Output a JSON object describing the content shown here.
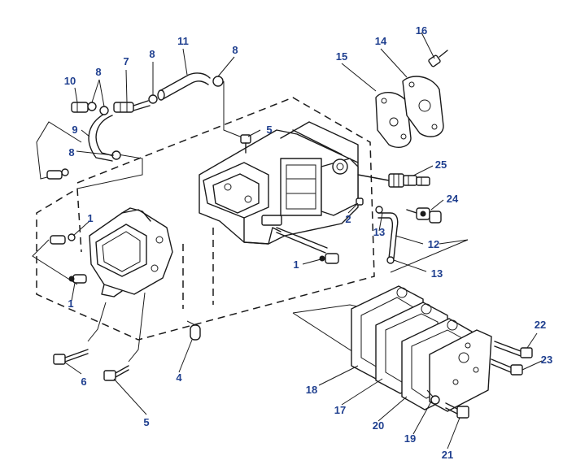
{
  "colors": {
    "callout": "#1f3f8f",
    "ink": "#1a1a1a",
    "background": "#ffffff"
  },
  "callouts": [
    {
      "id": "c10",
      "text": "10"
    },
    {
      "id": "c8a",
      "text": "8"
    },
    {
      "id": "c7",
      "text": "7"
    },
    {
      "id": "c8b",
      "text": "8"
    },
    {
      "id": "c11",
      "text": "11"
    },
    {
      "id": "c8c",
      "text": "8"
    },
    {
      "id": "c9",
      "text": "9"
    },
    {
      "id": "c8d",
      "text": "8"
    },
    {
      "id": "c5a",
      "text": "5"
    },
    {
      "id": "c15",
      "text": "15"
    },
    {
      "id": "c14",
      "text": "14"
    },
    {
      "id": "c16",
      "text": "16"
    },
    {
      "id": "c25",
      "text": "25"
    },
    {
      "id": "c24",
      "text": "24"
    },
    {
      "id": "c2",
      "text": "2"
    },
    {
      "id": "c13a",
      "text": "13"
    },
    {
      "id": "c12",
      "text": "12"
    },
    {
      "id": "c13b",
      "text": "13"
    },
    {
      "id": "c1a",
      "text": "1"
    },
    {
      "id": "c1b",
      "text": "1"
    },
    {
      "id": "c1c",
      "text": "1"
    },
    {
      "id": "c6",
      "text": "6"
    },
    {
      "id": "c4",
      "text": "4"
    },
    {
      "id": "c5b",
      "text": "5"
    },
    {
      "id": "c18",
      "text": "18"
    },
    {
      "id": "c17",
      "text": "17"
    },
    {
      "id": "c20",
      "text": "20"
    },
    {
      "id": "c19",
      "text": "19"
    },
    {
      "id": "c21",
      "text": "21"
    },
    {
      "id": "c22",
      "text": "22"
    },
    {
      "id": "c23",
      "text": "23"
    }
  ]
}
